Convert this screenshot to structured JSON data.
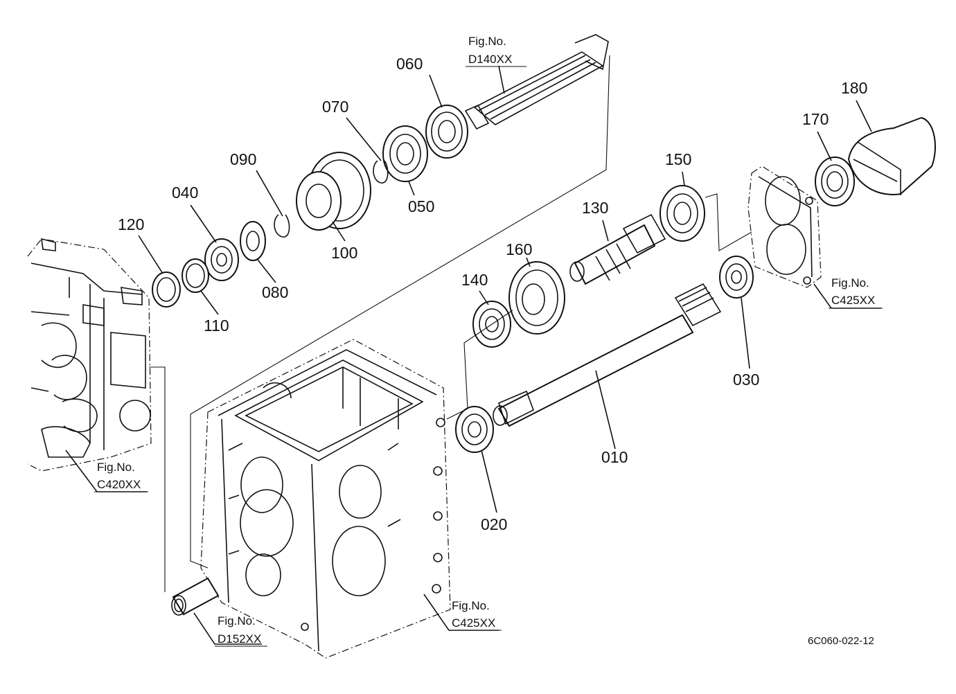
{
  "parts": [
    {
      "id": "p010",
      "label": "010"
    },
    {
      "id": "p020",
      "label": "020"
    },
    {
      "id": "p030",
      "label": "030"
    },
    {
      "id": "p040",
      "label": "040"
    },
    {
      "id": "p050",
      "label": "050"
    },
    {
      "id": "p060",
      "label": "060"
    },
    {
      "id": "p070",
      "label": "070"
    },
    {
      "id": "p080",
      "label": "080"
    },
    {
      "id": "p090",
      "label": "090"
    },
    {
      "id": "p100",
      "label": "100"
    },
    {
      "id": "p110",
      "label": "110"
    },
    {
      "id": "p120",
      "label": "120"
    },
    {
      "id": "p130",
      "label": "130"
    },
    {
      "id": "p140",
      "label": "140"
    },
    {
      "id": "p150",
      "label": "150"
    },
    {
      "id": "p160",
      "label": "160"
    },
    {
      "id": "p170",
      "label": "170"
    },
    {
      "id": "p180",
      "label": "180"
    }
  ],
  "figure_refs": [
    {
      "prefix": "Fig.No.",
      "code": "D140XX"
    },
    {
      "prefix": "Fig.No.",
      "code": "C425XX"
    },
    {
      "prefix": "Fig.No.",
      "code": "C420XX"
    },
    {
      "prefix": "Fig.No.",
      "code": "C425XX"
    },
    {
      "prefix": "Fig.No.",
      "code": "D152XX"
    }
  ],
  "drawing_code": "6C060-022-12"
}
